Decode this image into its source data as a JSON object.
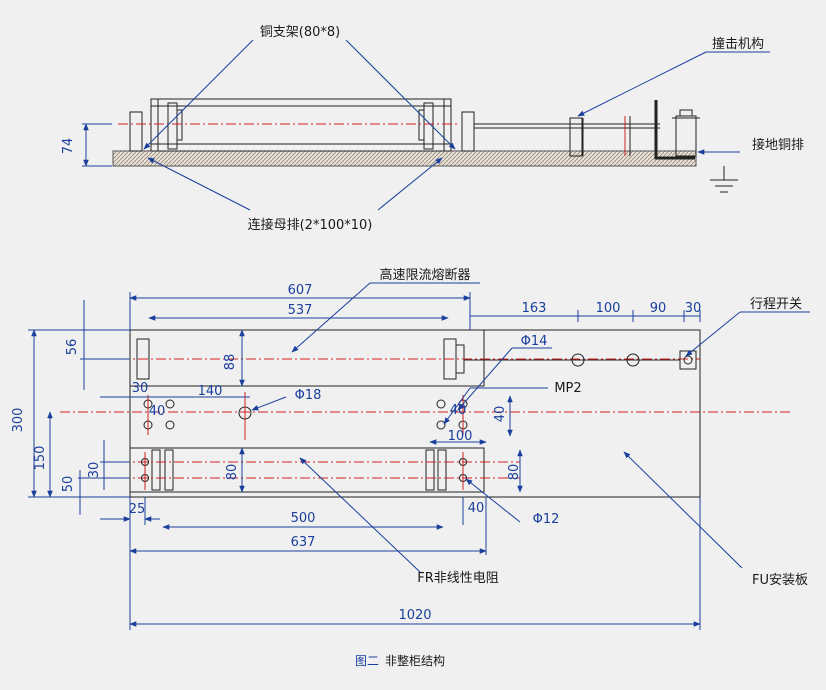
{
  "top_view": {
    "label_copper_bracket": "铜支架(80*8)",
    "label_strike_mechanism": "撞击机构",
    "label_ground_busbar": "接地铜排",
    "label_connection_busbar": "连接母排(2*100*10)",
    "dim_height": "74"
  },
  "bottom_view": {
    "label_fuse": "高速限流熔断器",
    "label_travel_switch": "行程开关",
    "label_phi14": "Φ14",
    "label_mp2": "MP2",
    "label_phi18": "Φ18",
    "label_phi12": "Φ12",
    "label_fr_resistor": "FR非线性电阻",
    "label_fu_plate": "FU安装板",
    "dims": {
      "d607": "607",
      "d537": "537",
      "d163": "163",
      "d100a": "100",
      "d90": "90",
      "d30a": "30",
      "d56": "56",
      "d88": "88",
      "d300": "300",
      "d30b": "30",
      "d140": "140",
      "d40a": "40",
      "d40b": "40",
      "d40c": "40",
      "d100b": "100",
      "d150": "150",
      "d30c": "30",
      "d80a": "80",
      "d80b": "80",
      "d50": "50",
      "d25": "25",
      "d40d": "40",
      "d500": "500",
      "d637": "637",
      "d1020": "1020"
    }
  },
  "caption": {
    "figure": "图二",
    "title": "非整柜结构"
  }
}
